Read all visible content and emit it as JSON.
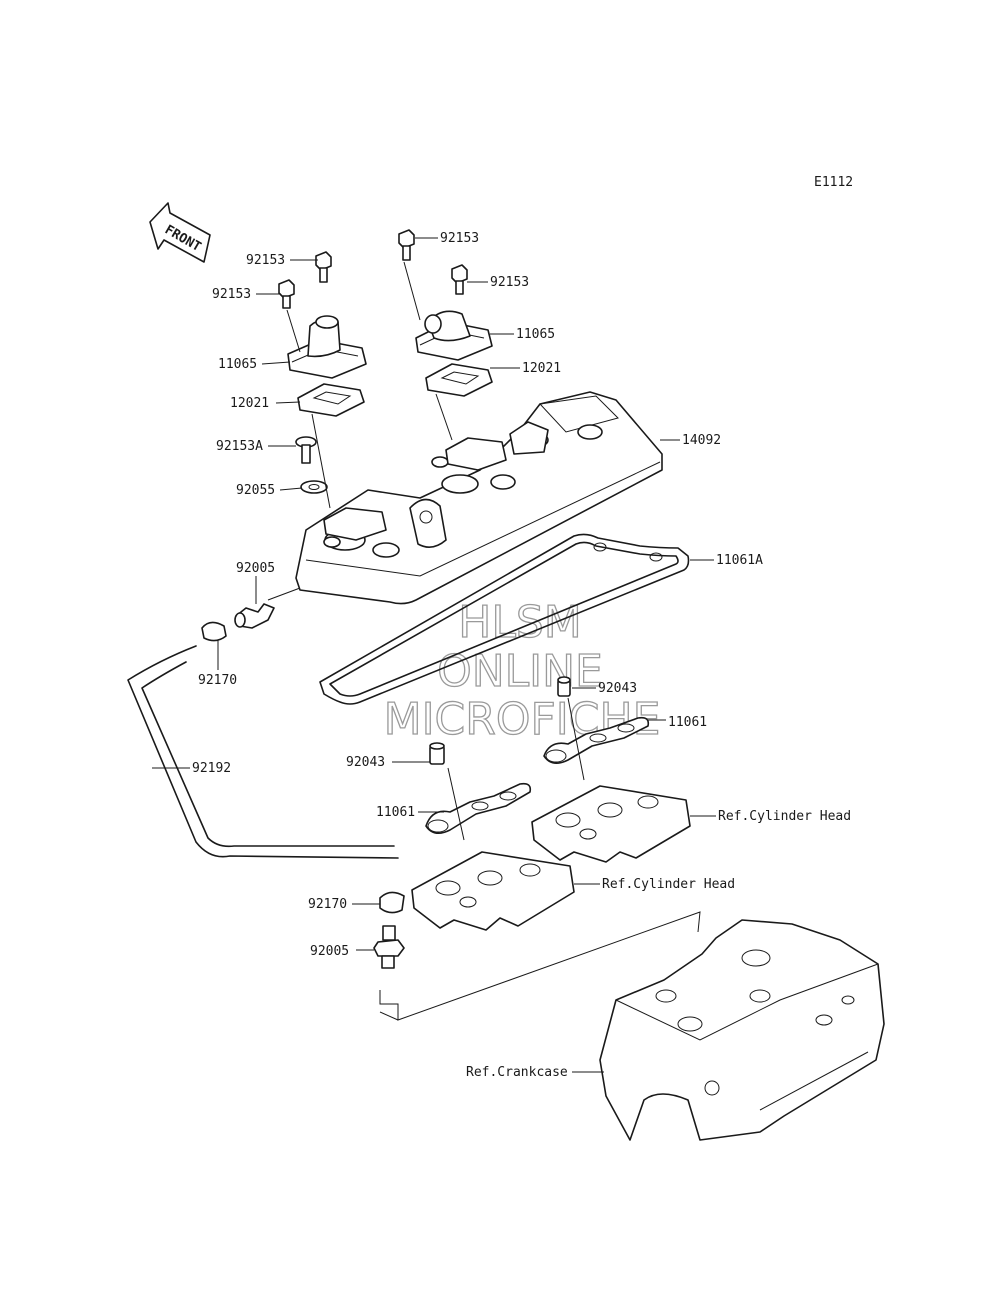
{
  "diagram_code": "E1112",
  "front_label": "FRONT",
  "watermark": [
    "HLSM",
    "ONLINE",
    "MICROFICHE"
  ],
  "labels": {
    "p92153_l1": "92153",
    "p92153_l2": "92153",
    "p92153_r1": "92153",
    "p92153_r2": "92153",
    "p11065_l": "11065",
    "p11065_r": "11065",
    "p12021_l": "12021",
    "p12021_r": "12021",
    "p14092": "14092",
    "p92153A": "92153A",
    "p92055": "92055",
    "p92005_top": "92005",
    "p11061A": "11061A",
    "p92170_top": "92170",
    "p92043_r": "92043",
    "p11061_r": "11061",
    "p92192": "92192",
    "p92043_l": "92043",
    "p11061_l": "11061",
    "ref_head_r": "Ref.Cylinder Head",
    "ref_head_l": "Ref.Cylinder Head",
    "p92170_bot": "92170",
    "p92005_bot": "92005",
    "ref_crankcase": "Ref.Crankcase"
  }
}
